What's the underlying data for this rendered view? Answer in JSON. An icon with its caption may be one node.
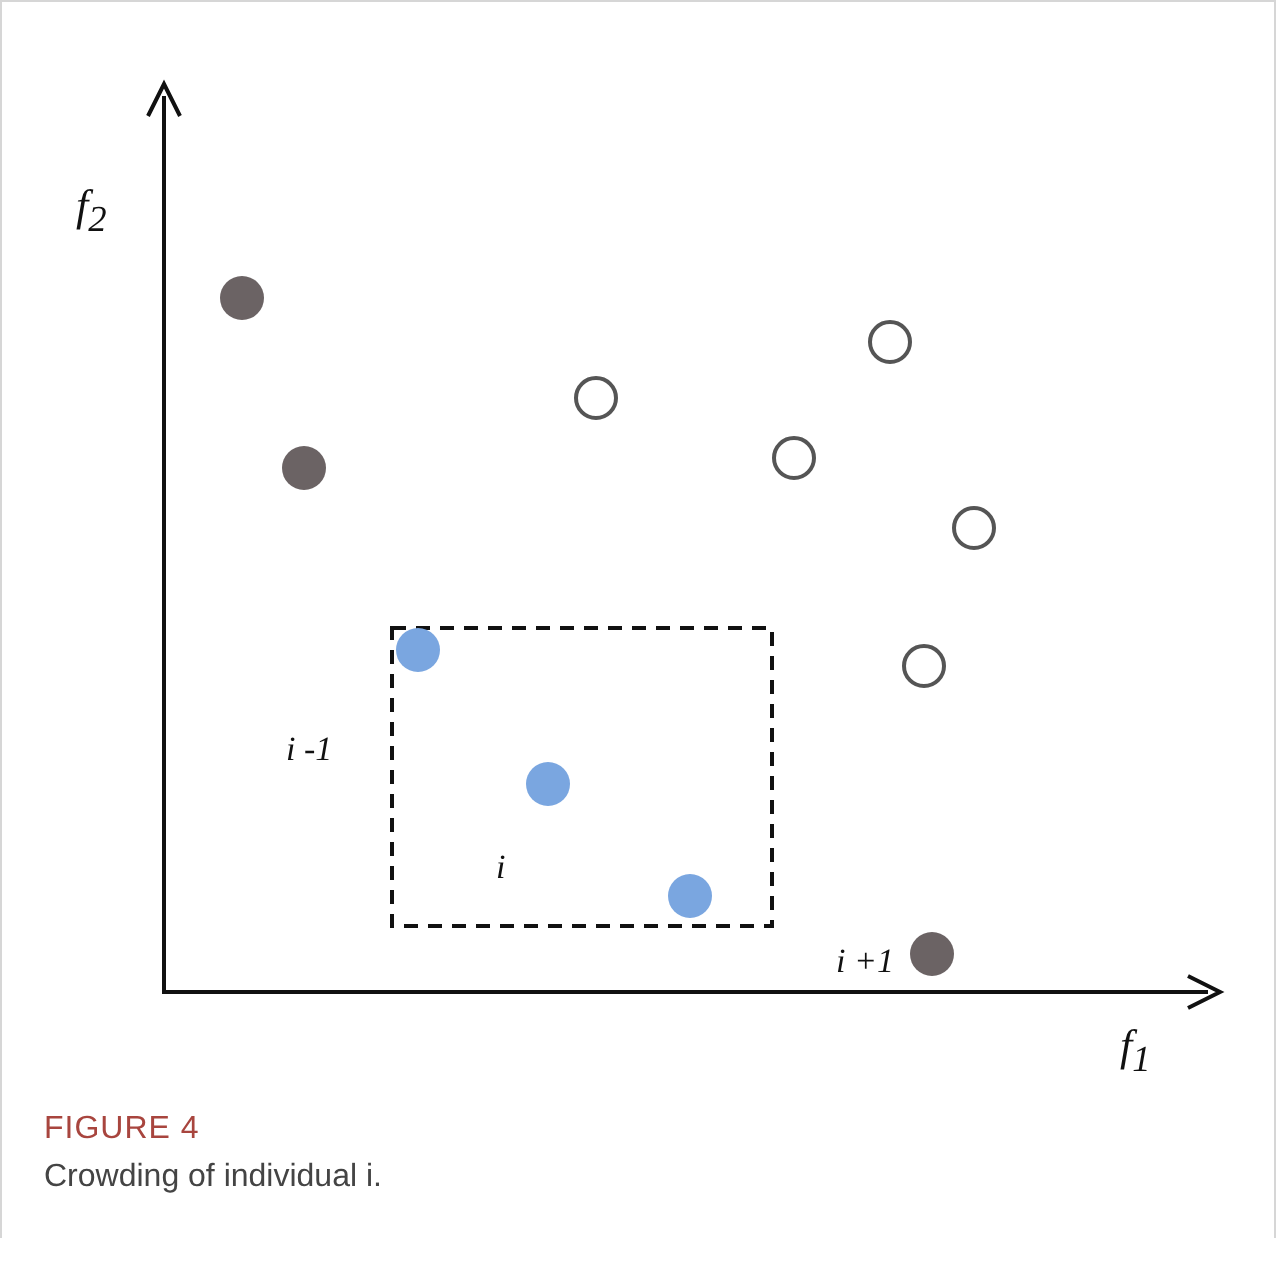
{
  "diagram": {
    "title": "FIGURE 4",
    "caption": "Crowding of individual i.",
    "labels": [
      "f$_{2}$",
      "i -1",
      "i",
      "i +1",
      "f$_{1}$"
    ]
  }
}
